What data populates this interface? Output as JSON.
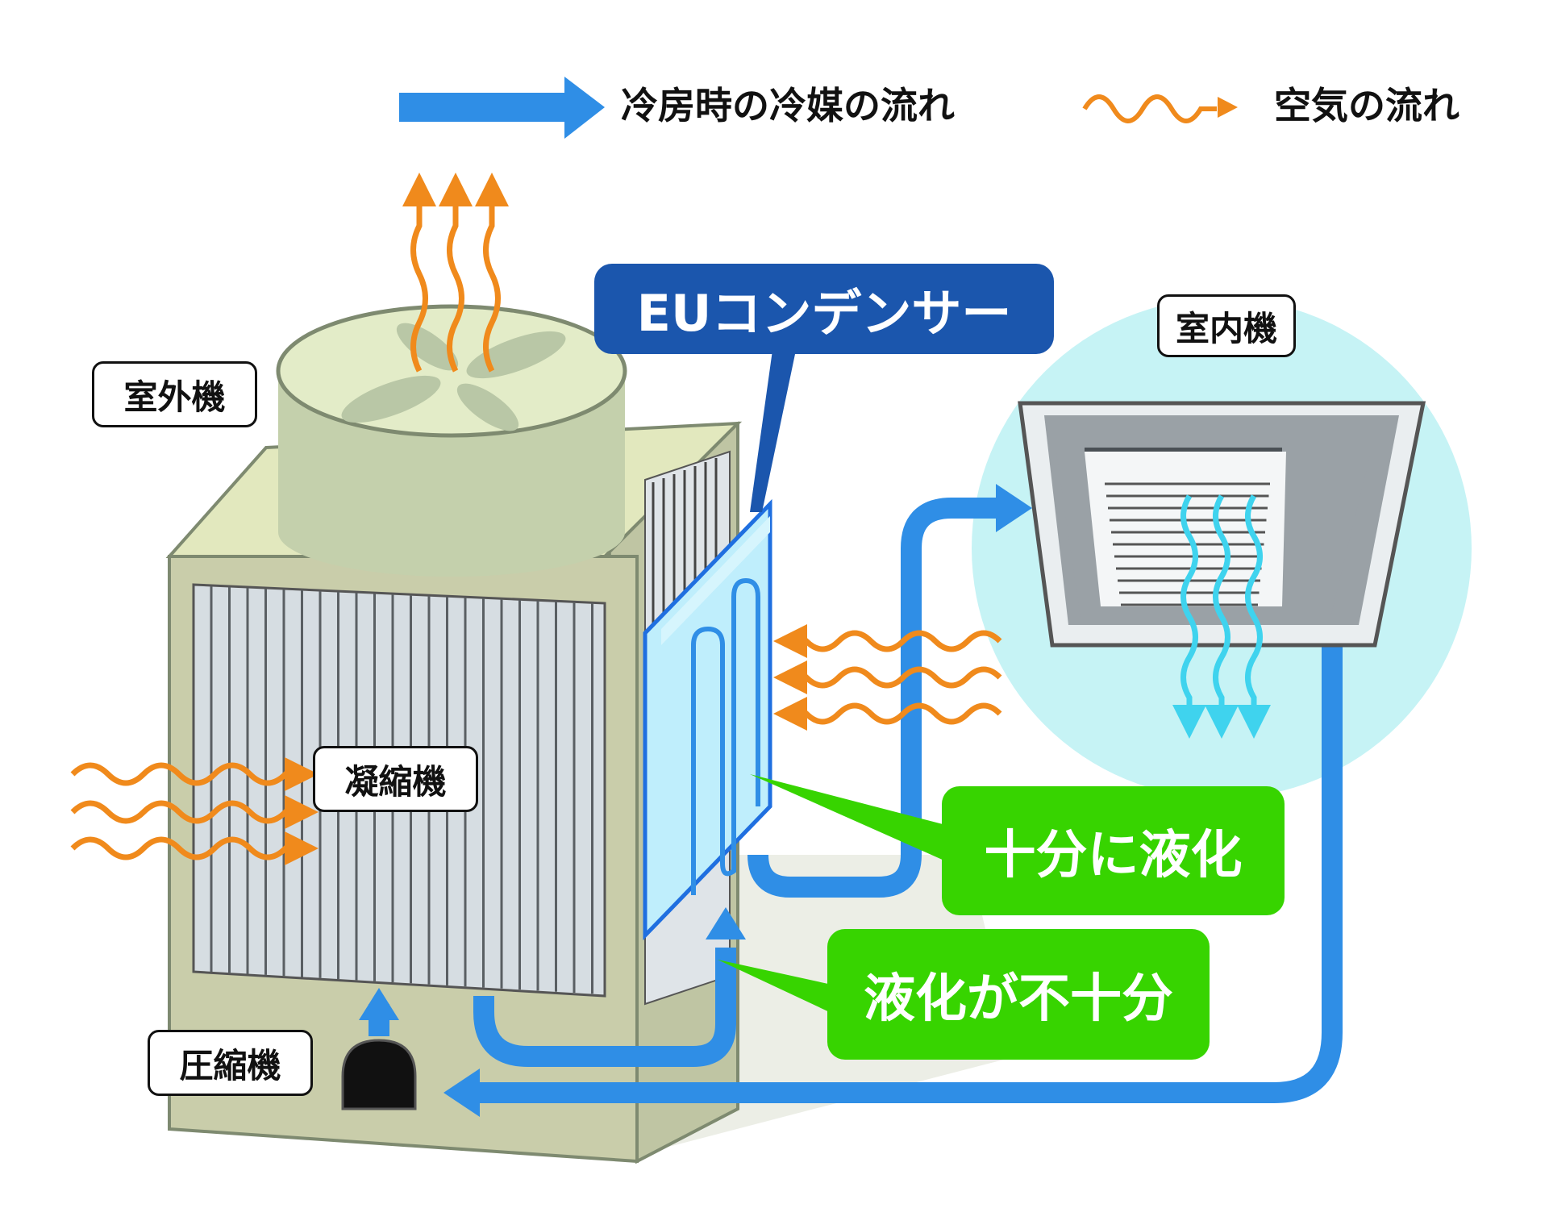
{
  "legend": {
    "refrigerant_flow": {
      "label": "冷房時の冷媒の流れ",
      "icon": "blue-arrow-icon",
      "color": "#2f8ee6"
    },
    "air_flow": {
      "label": "空気の流れ",
      "icon": "orange-wavy-arrow-icon",
      "color": "#f08a1c"
    }
  },
  "labels": {
    "outdoor_unit": "室外機",
    "indoor_unit": "室内機",
    "condenser": "凝縮機",
    "compressor": "圧縮機"
  },
  "callouts": {
    "eu_condenser": {
      "text": "EUコンデンサー",
      "color": "#1b56ad"
    },
    "fully_liquefied": {
      "text": "十分に液化",
      "color": "#37d400"
    },
    "insufficient_liquefaction": {
      "text": "液化が不十分",
      "color": "#37d400"
    }
  },
  "colors": {
    "unit_body": "#c9cdaa",
    "unit_top": "#e2e8be",
    "fan_housing": "#c4d0ac",
    "indoor_circle": "#c6f3f5",
    "cool_air": "#3fd3ee",
    "pipe": "#2f8ee6",
    "eu_panel": "#bfeefc"
  }
}
